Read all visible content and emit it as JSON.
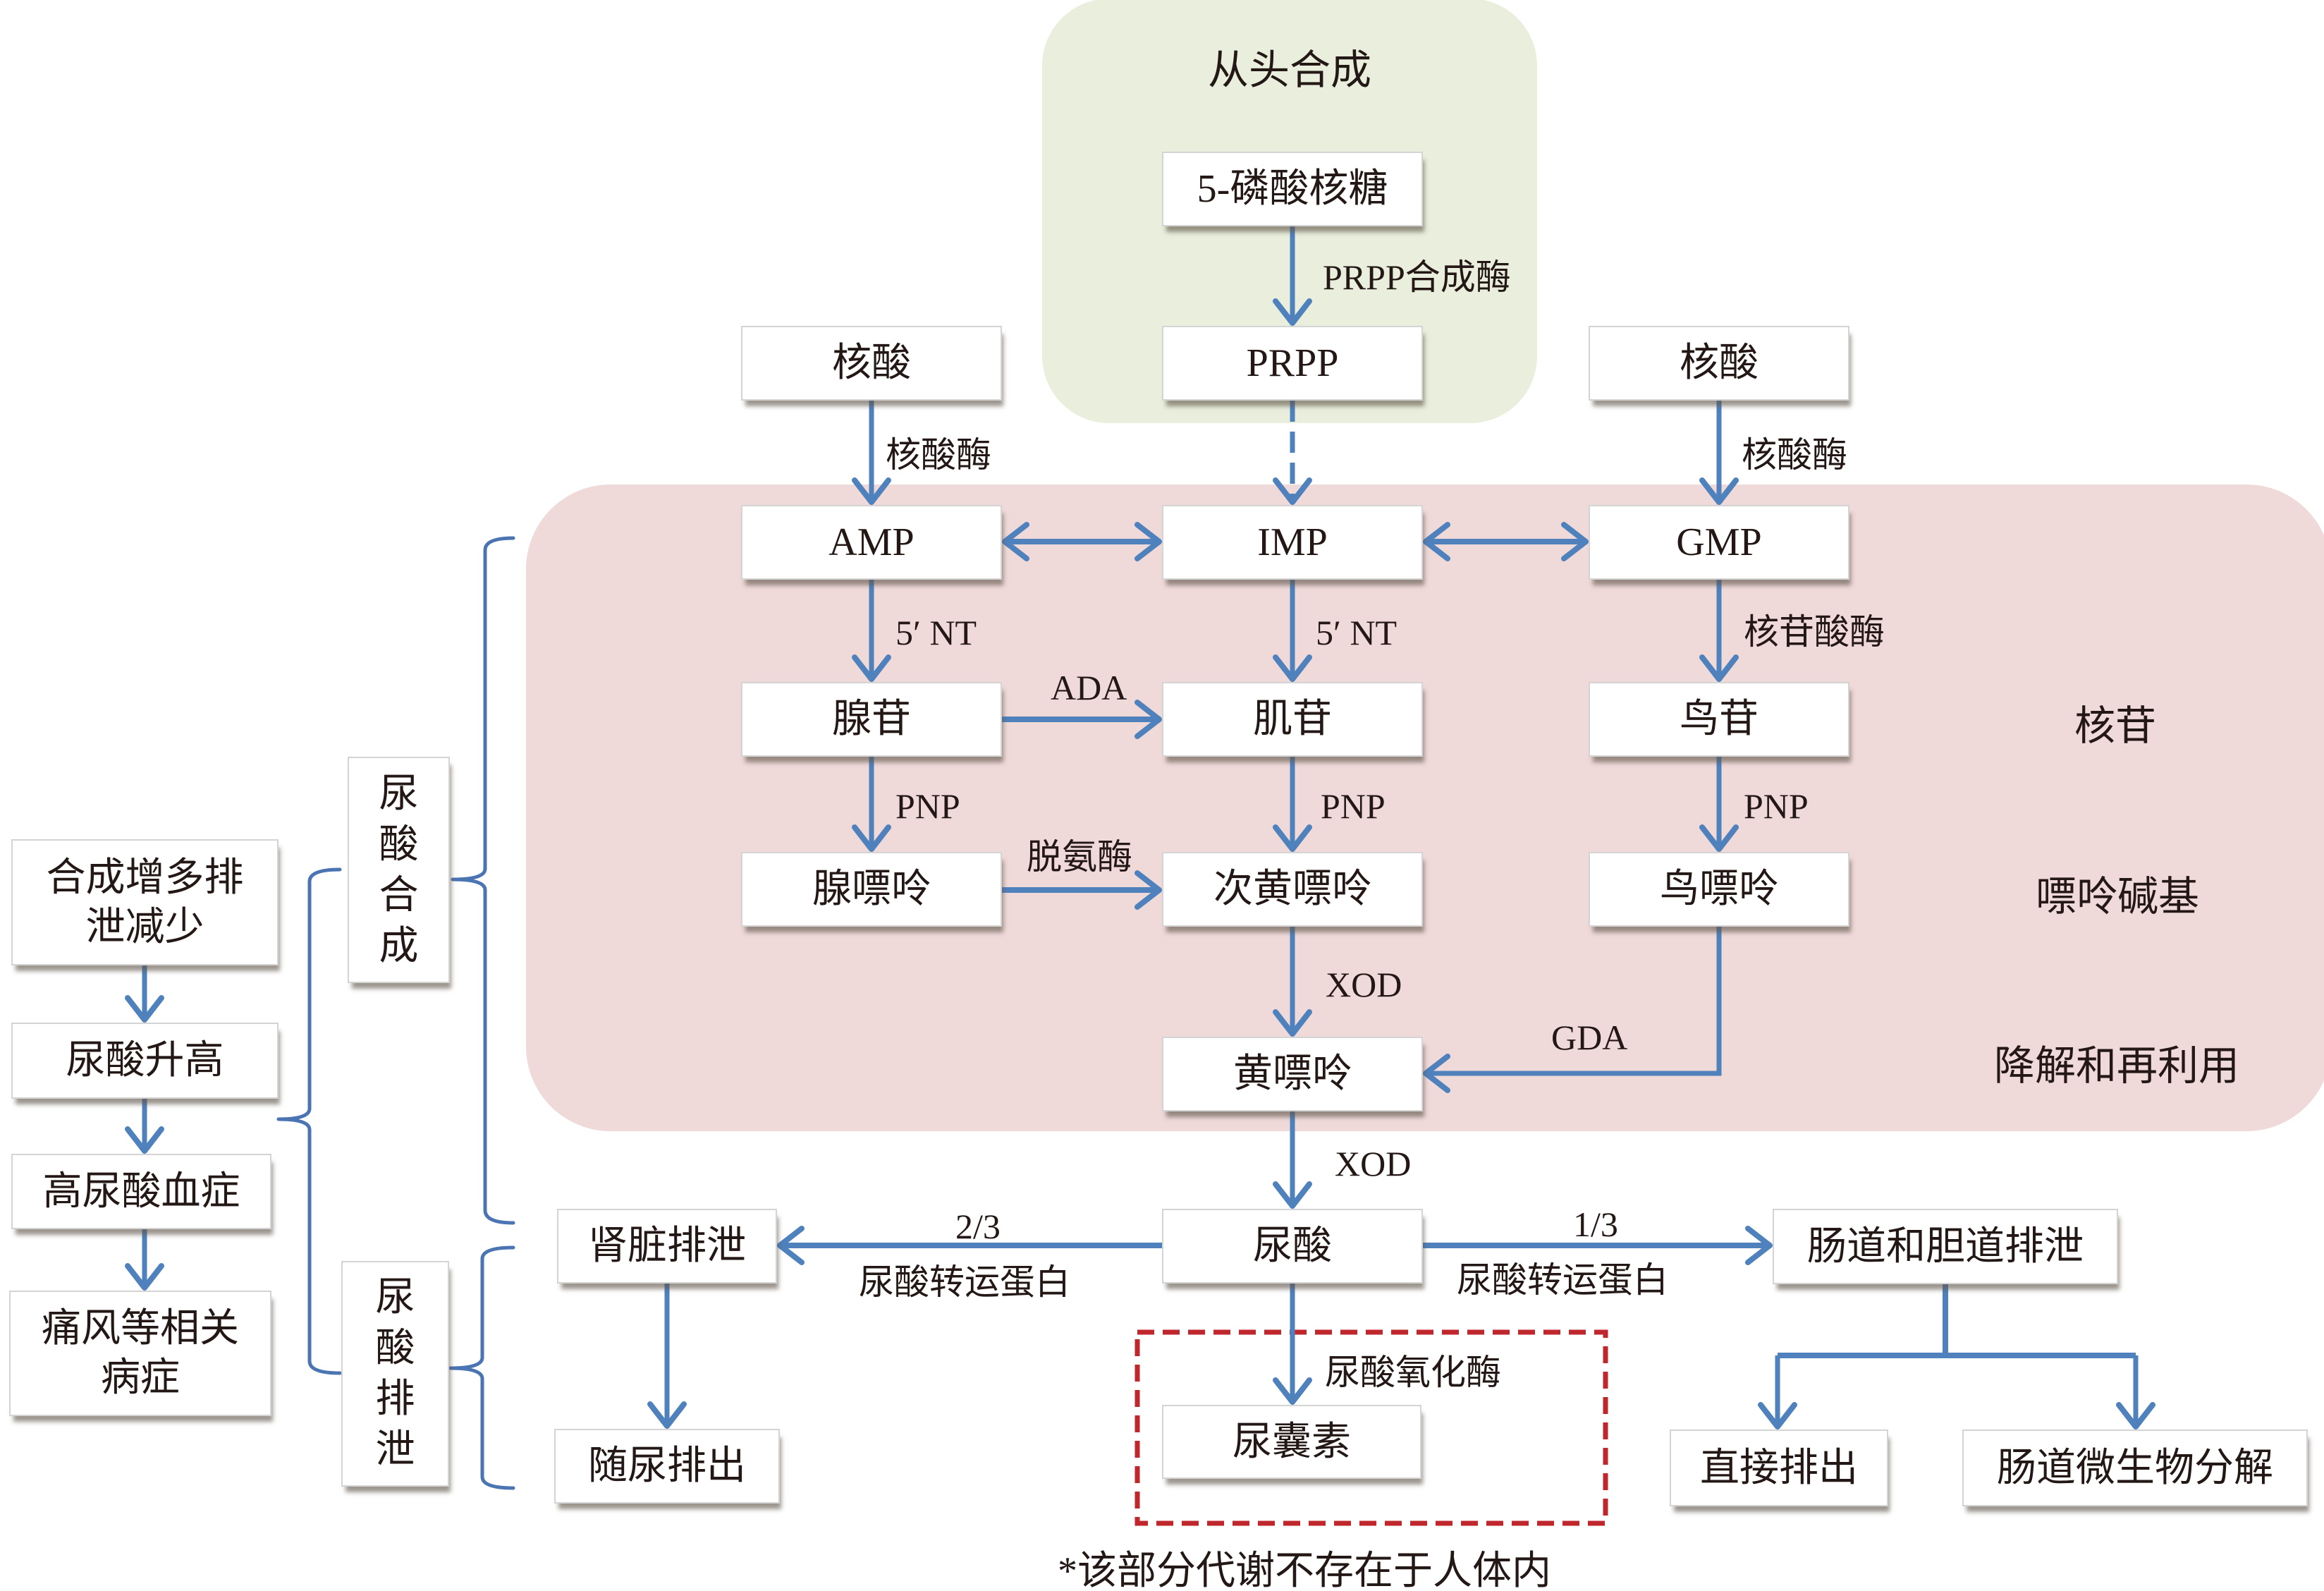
{
  "figure": {
    "de_novo_title": "从头合成",
    "degradation_annotations": {
      "nucleosides": "核苷",
      "purine_bases": "嘌呤碱基",
      "degradation_reuse": "降解和再利用"
    },
    "footnote": "*该部分代谢不存在于人体内"
  },
  "nodes": {
    "ribose5p": "5-磷酸核糖",
    "prpp": "PRPP",
    "nucleic_acid_left": "核酸",
    "nucleic_acid_right": "核酸",
    "amp": "AMP",
    "imp": "IMP",
    "gmp": "GMP",
    "adenosine": "腺苷",
    "inosine": "肌苷",
    "guanosine": "鸟苷",
    "adenine": "腺嘌呤",
    "hypoxanthine": "次黄嘌呤",
    "guanine": "鸟嘌呤",
    "xanthine": "黄嘌呤",
    "uric_acid": "尿酸",
    "renal_excretion": "肾脏排泄",
    "urine_out": "随尿排出",
    "allantoin": "尿囊素",
    "gut_biliary": "肠道和胆道排泄",
    "direct_out": "直接排出",
    "microbial": "肠道微生物分解"
  },
  "enzymes": {
    "prpp_synthetase": "PRPP合成酶",
    "nuclease_left": "核酸酶",
    "nuclease_right": "核酸酶",
    "nt5_left": "5′ NT",
    "nt5_mid": "5′ NT",
    "nucleotidase": "核苷酸酶",
    "ada": "ADA",
    "pnp_left": "PNP",
    "pnp_mid": "PNP",
    "pnp_right": "PNP",
    "deaminase": "脱氨酶",
    "xod_1": "XOD",
    "gda": "GDA",
    "xod_2": "XOD",
    "uricase": "尿酸氧化酶"
  },
  "excretion": {
    "renal_fraction": "2/3",
    "renal_transporter": "尿酸转运蛋白",
    "gut_fraction": "1/3",
    "gut_transporter": "尿酸转运蛋白"
  },
  "left_flow": [
    {
      "lines": [
        "合成增多排",
        "泄减少"
      ]
    },
    {
      "lines": [
        "尿酸升高"
      ]
    },
    {
      "lines": [
        "高尿酸血症"
      ]
    },
    {
      "lines": [
        "痛风等相关",
        "病症"
      ]
    }
  ],
  "category_boxes": {
    "synthesis": "尿酸合成",
    "excretion": "尿酸排泄"
  },
  "colors": {
    "arrow": "#4f81bd",
    "brace": "#4a74b2",
    "de_novo_panel": "#e9efdc",
    "degradation_panel": "#efd9d9",
    "excluded_border": "#c0272d",
    "text": "#231815"
  }
}
